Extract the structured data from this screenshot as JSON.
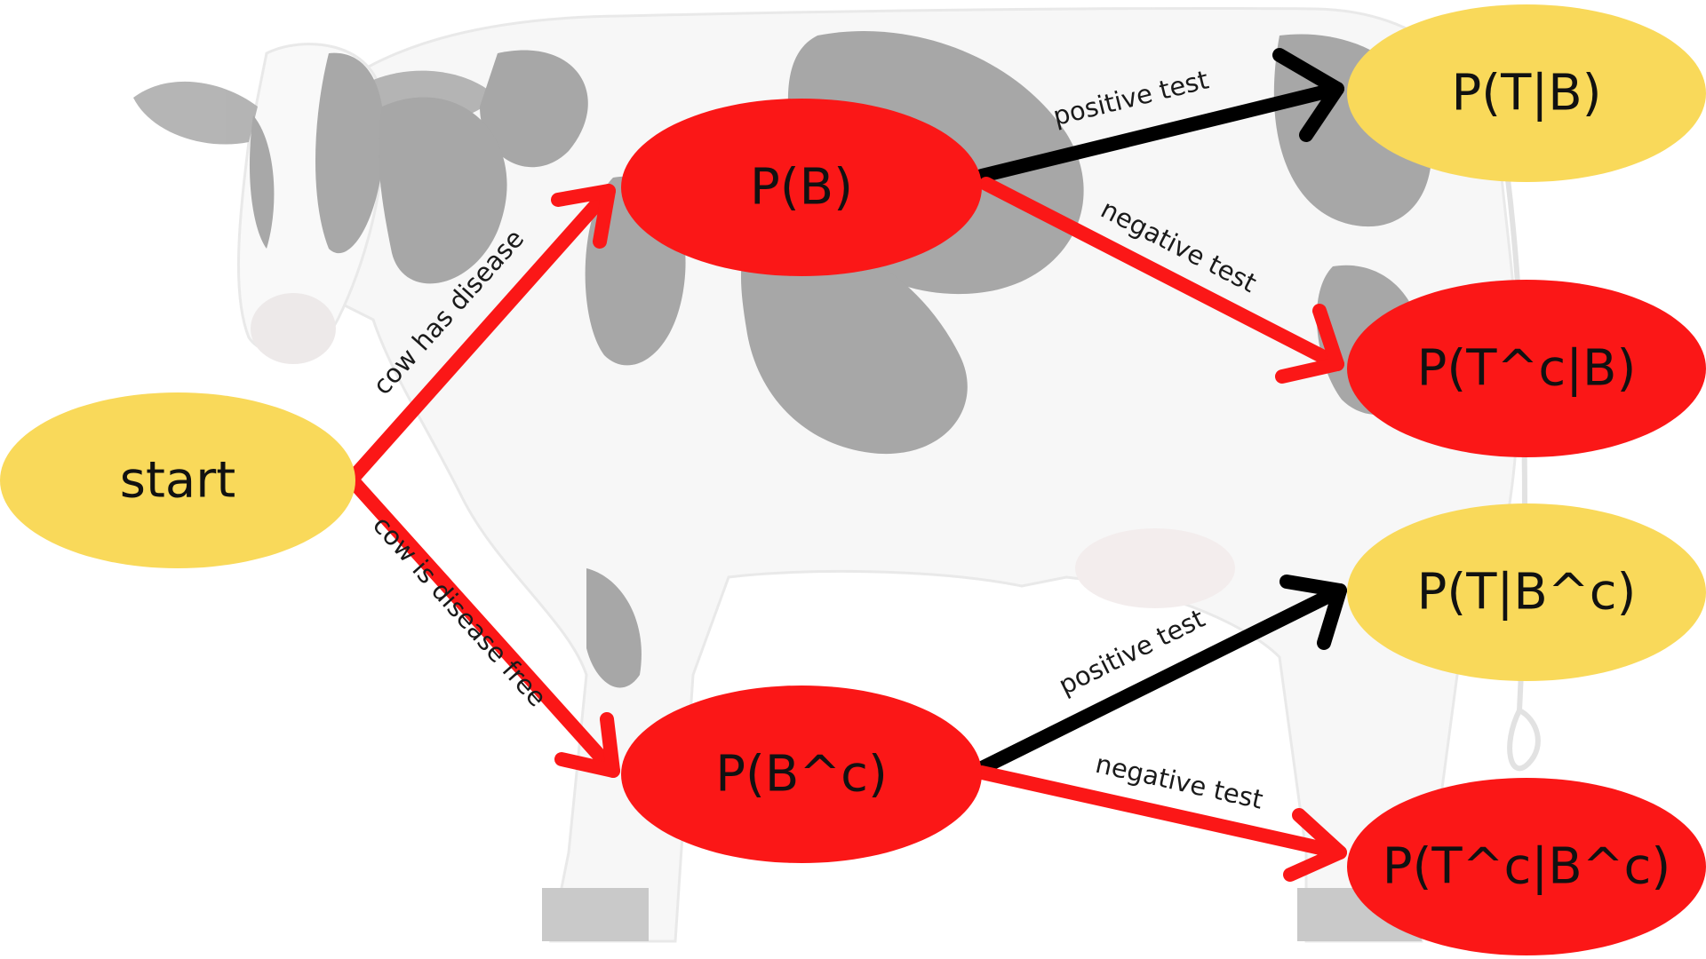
{
  "colors": {
    "background": "#ffffff",
    "yellow_node": "#f9d95a",
    "red_node": "#fb1717",
    "red_edge": "#fb1717",
    "black_edge": "#000000",
    "cow_black": "#4a4a4a",
    "cow_white": "#f1f1f1"
  },
  "background_image": {
    "subject": "cow-illustration",
    "opacity": 0.45
  },
  "nodes": {
    "start": {
      "label": "start",
      "fill": "#f9d95a"
    },
    "pb": {
      "label": "P(B)",
      "fill": "#fb1717"
    },
    "pbc": {
      "label": "P(B^c)",
      "fill": "#fb1717"
    },
    "ptb": {
      "label": "P(T|B)",
      "fill": "#f9d95a"
    },
    "ptcb": {
      "label": "P(T^c|B)",
      "fill": "#fb1717"
    },
    "ptbc": {
      "label": "P(T|B^c)",
      "fill": "#f9d95a"
    },
    "ptcbc": {
      "label": "P(T^c|B^c)",
      "fill": "#fb1717"
    }
  },
  "edges": {
    "start_pb": {
      "label": "cow has disease",
      "color": "#fb1717"
    },
    "start_pbc": {
      "label": "cow is disease free",
      "color": "#fb1717"
    },
    "pb_ptb": {
      "label": "positive test",
      "color": "#000000"
    },
    "pb_ptcb": {
      "label": "negative test",
      "color": "#fb1717"
    },
    "pbc_ptbc": {
      "label": "positive test",
      "color": "#000000"
    },
    "pbc_ptcbc": {
      "label": "negative test",
      "color": "#fb1717"
    }
  }
}
